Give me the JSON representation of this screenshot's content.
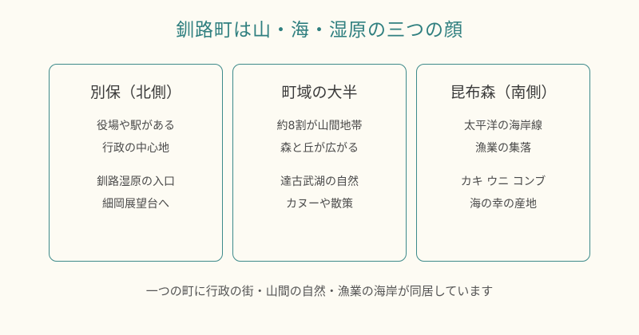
{
  "title": "釧路町は山・海・湿原の三つの顔",
  "panels": [
    {
      "heading": "別保（北側）",
      "groups": [
        [
          "役場や駅がある",
          "行政の中心地"
        ],
        [
          "釧路湿原の入口",
          "細岡展望台へ"
        ]
      ]
    },
    {
      "heading": "町域の大半",
      "groups": [
        [
          "約8割が山間地帯",
          "森と丘が広がる"
        ],
        [
          "達古武湖の自然",
          "カヌーや散策"
        ]
      ]
    },
    {
      "heading": "昆布森（南側）",
      "groups": [
        [
          "太平洋の海岸線",
          "漁業の集落"
        ],
        [
          "カキ ウニ コンブ",
          "海の幸の産地"
        ]
      ]
    }
  ],
  "footer": "一つの町に行政の街・山間の自然・漁業の海岸が同居しています",
  "colors": {
    "accent": "#2f7f7f",
    "border": "#3d8a8a",
    "background": "#fdfbf3"
  }
}
